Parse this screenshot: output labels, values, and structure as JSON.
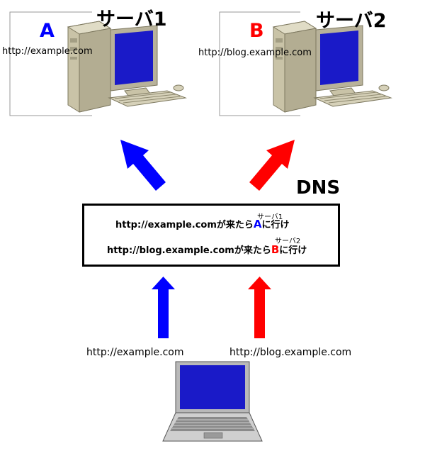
{
  "servers": [
    {
      "title": "サーバ1",
      "letter": "A",
      "url": "http://example.com",
      "letter_color": "#0000ff"
    },
    {
      "title": "サーバ2",
      "letter": "B",
      "url": "http://blog.example.com",
      "letter_color": "#ff0000"
    }
  ],
  "dns": {
    "title": "DNS",
    "rules": [
      {
        "url": "http://example.com",
        "middle": "が来たら",
        "target": "A",
        "target_color": "#0000ff",
        "end": "に行け",
        "ruby": "サーバ1"
      },
      {
        "url": "http://blog.example.com",
        "middle": "が来たら",
        "target": "B",
        "target_color": "#ff0000",
        "end": "に行け",
        "ruby": "サーバ2"
      }
    ]
  },
  "client": {
    "requests": [
      {
        "url": "http://example.com",
        "arrow_color": "#0000ff"
      },
      {
        "url": "http://blog.example.com",
        "arrow_color": "#ff0000"
      }
    ]
  },
  "icons": {
    "server": "desktop-computer-icon",
    "client": "laptop-icon"
  },
  "colors": {
    "blue": "#0000ff",
    "red": "#ff0000",
    "screen": "#1a1ac8",
    "case": "#c9c3a7"
  }
}
